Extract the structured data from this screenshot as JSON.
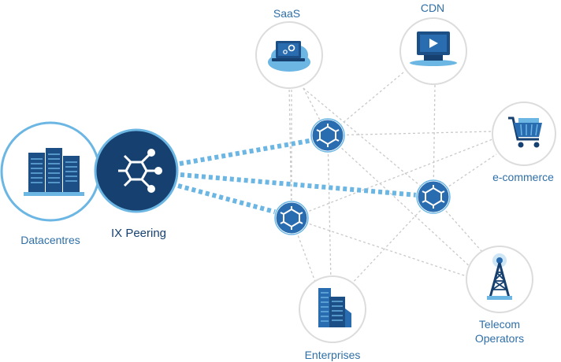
{
  "diagram": {
    "nodes": {
      "datacentres": {
        "label": "Datacentres",
        "icon": "server-rack-icon"
      },
      "ix_peering": {
        "label": "IX Peering",
        "icon": "exchange-hub-icon"
      },
      "saas": {
        "label": "SaaS",
        "icon": "cloud-laptop-icon"
      },
      "cdn": {
        "label": "CDN",
        "icon": "video-monitor-icon"
      },
      "ecommerce": {
        "label": "e-commerce",
        "icon": "shopping-cart-icon"
      },
      "telecom": {
        "label_line1": "Telecom",
        "label_line2": "Operators",
        "icon": "radio-tower-icon"
      },
      "enterprises": {
        "label": "Enterprises",
        "icon": "office-building-icon"
      }
    },
    "router_icon": "router-hexagon-icon",
    "colors": {
      "dark_blue": "#16406f",
      "mid_blue": "#2a6cb0",
      "light_blue": "#6cb6e4",
      "ring": "#dcdcdc",
      "dashed_line": "#c8c8c8"
    }
  }
}
